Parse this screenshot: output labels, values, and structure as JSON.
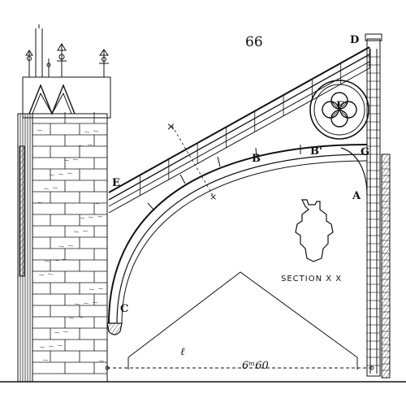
{
  "figure_number": "66",
  "labels": {
    "D": "D",
    "F": "F",
    "G": "G",
    "B": "B",
    "B_prime": "B'",
    "E": "E",
    "A": "A",
    "C": "C"
  },
  "section_caption": "SECTION X X",
  "cut_marks": [
    "×",
    "×"
  ],
  "axis_mark": "ℓ",
  "dimension": "6ᵐ60",
  "colors": {
    "ink": "#111111",
    "paper": "#ffffff"
  }
}
